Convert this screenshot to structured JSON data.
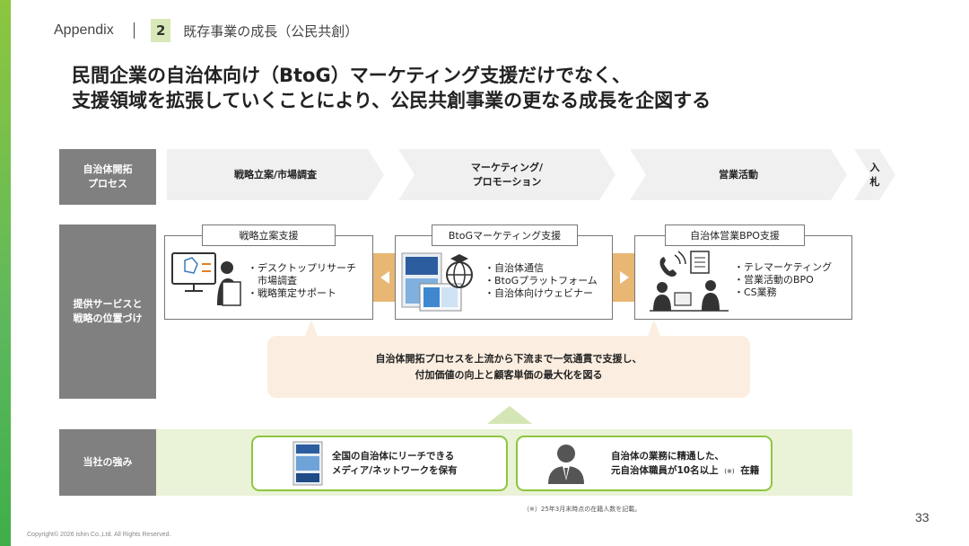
{
  "header": {
    "appendix": "Appendix",
    "section_number": "2",
    "section_title": "既存事業の成長（公民共創）"
  },
  "headline": {
    "line1": "民間企業の自治体向け（BtoG）マーケティング支援だけでなく、",
    "line2": "支援領域を拡張していくことにより、公民共創事業の更なる成長を企図する"
  },
  "row_labels": {
    "process": "自治体開拓\nプロセス",
    "services": "提供サービスと\n戦略の位置づけ",
    "strengths": "当社の強み"
  },
  "process_steps": [
    {
      "label": "戦略立案/市場調査"
    },
    {
      "label": "マーケティング/\nプロモーション"
    },
    {
      "label": "営業活動"
    },
    {
      "label": "入\n札"
    }
  ],
  "services": [
    {
      "title": "戦略立案支援",
      "bullets": [
        "・デスクトップリサーチ",
        "　市場調査",
        "・戦略策定サポート"
      ]
    },
    {
      "title": "BtoGマーケティング支援",
      "bullets": [
        "・自治体通信",
        "・BtoGプラットフォーム",
        "・自治体向けウェビナー"
      ]
    },
    {
      "title": "自治体営業BPO支援",
      "bullets": [
        "・テレマーケティング",
        "・営業活動のBPO",
        "・CS業務"
      ]
    }
  ],
  "callout": {
    "line1": "自治体開拓プロセスを上流から下流まで一気通貫で支援し、",
    "line2": "付加価値の向上と顧客単価の最大化を図る"
  },
  "strengths": [
    {
      "line1": "全国の自治体にリーチできる",
      "line2": "メディア/ネットワークを保有"
    },
    {
      "line1": "自治体の業務に精通した、",
      "line2_a": "元自治体職員が10名以上",
      "line2_note": "(※)",
      "line2_b": "在籍"
    }
  ],
  "footnote": "（※）25年3月末時点の在籍人数を記載。",
  "page_number": "33",
  "copyright": "Copyright© 2026 ishin Co.,Ltd. All Rights Reserved.",
  "colors": {
    "accent_green": "#8dc63f",
    "label_gray": "#808080",
    "arrow_orange": "#e8b774",
    "callout_bg": "#fbeee0",
    "strength_bg": "#eaf2d7"
  }
}
